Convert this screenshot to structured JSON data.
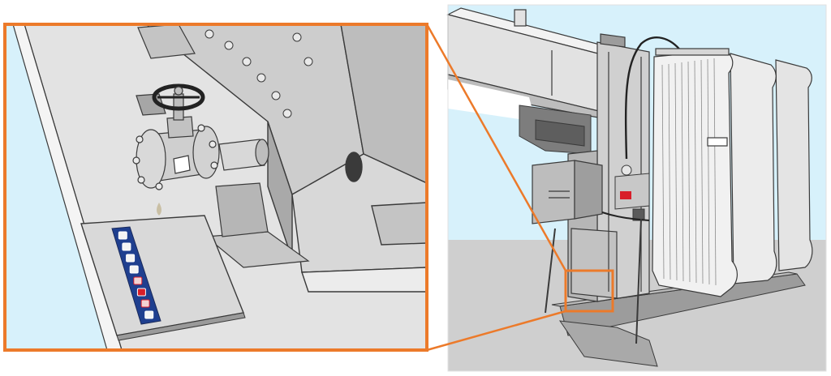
{
  "figure": {
    "description_text": "",
    "colors": {
      "highlight": "#ec7a2a",
      "sky": "#d7f1fb",
      "ground": "#cfcfcf",
      "metal_light": "#ececec",
      "metal_mid": "#c8c8c8",
      "metal_dark": "#8e8e8e",
      "outline": "#3a3a3a",
      "indicator_blue": "#1f3f8f",
      "indicator_red": "#d81e2a",
      "oil_drop": "#c9bfa4"
    },
    "panels": [
      {
        "id": "detail-zoom",
        "shows": "valve-and-leak-indicator-pad"
      },
      {
        "id": "overview",
        "shows": "transformer-with-radiators"
      }
    ],
    "indicator_cells": [
      {
        "state": "clean"
      },
      {
        "state": "clean"
      },
      {
        "state": "clean"
      },
      {
        "state": "clean"
      },
      {
        "state": "stained"
      },
      {
        "state": "active"
      },
      {
        "state": "stained"
      },
      {
        "state": "clean"
      }
    ],
    "icons": {
      "valve": "gate-valve-icon",
      "drops": "oil-drop-icon"
    }
  }
}
